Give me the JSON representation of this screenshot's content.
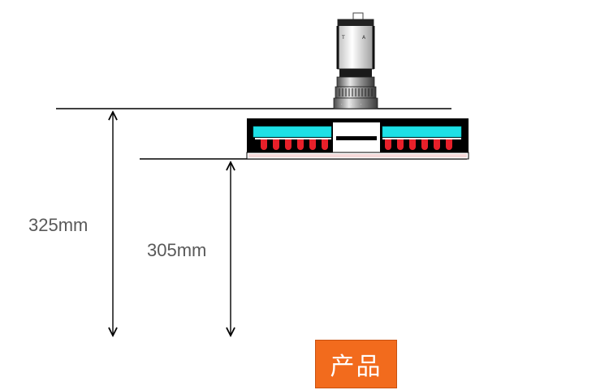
{
  "dimensions": {
    "camera_to_product": "325mm",
    "light_to_product": "305mm"
  },
  "product_label": "产品",
  "colors": {
    "light_diffuser": "#1ee0e6",
    "led": "#e8202a",
    "housing": "#000000",
    "product_fill": "#f26b1d",
    "label_text": "#595959"
  },
  "icons": {
    "camera": "industrial-camera-icon",
    "ring_light": "ring-light-icon"
  }
}
